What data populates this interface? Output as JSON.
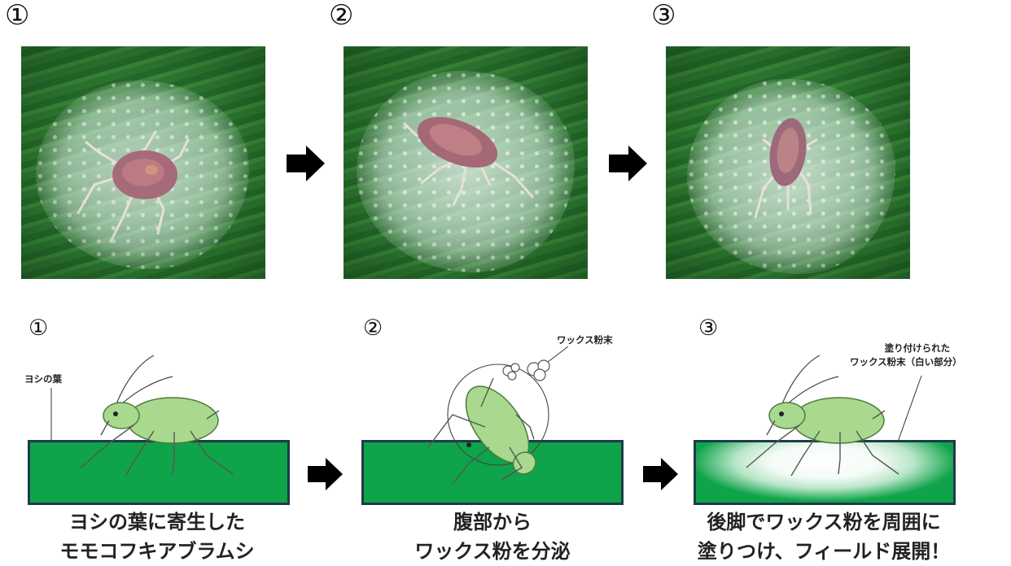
{
  "panels": [
    {
      "number": "①",
      "leaf_label": "ヨシの葉",
      "caption_lines": [
        "ヨシの葉に寄生した",
        "モモコフキアブラムシ"
      ]
    },
    {
      "number": "②",
      "callout": "ワックス粉末",
      "caption_lines": [
        "腹部から",
        "ワックス粉を分泌"
      ]
    },
    {
      "number": "③",
      "callout_lines": [
        "塗り付けられた",
        "ワックス粉末（白い部分）"
      ],
      "caption_lines": [
        "後脚でワックス粉を周囲に",
        "塗りつけ、フィールド展開！"
      ]
    }
  ],
  "colors": {
    "leaf_green": "#0fa34a",
    "leaf_border": "#1f3a4a",
    "aphid_green": "#9fd38a",
    "photo_leaf": "#2f7a33",
    "arrow": "#000000"
  },
  "icons": [
    "right-arrow-icon",
    "aphid-illustration",
    "wax-powder-puff"
  ]
}
